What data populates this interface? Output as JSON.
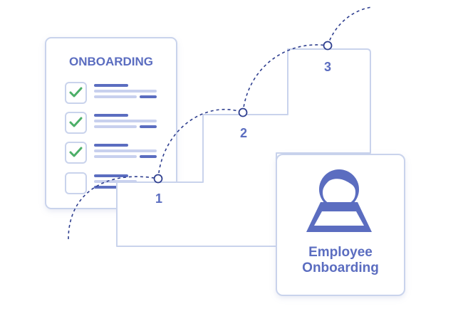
{
  "checklist": {
    "title": "ONBOARDING",
    "items": [
      {
        "checked": true
      },
      {
        "checked": true
      },
      {
        "checked": true
      },
      {
        "checked": false
      }
    ]
  },
  "steps": [
    {
      "label": "1"
    },
    {
      "label": "2"
    },
    {
      "label": "3"
    }
  ],
  "card": {
    "icon": "employee-avatar-icon",
    "line1": "Employee",
    "line2": "Onboarding"
  },
  "colors": {
    "accent": "#5b6dc0",
    "check": "#4caf68",
    "outline": "#c9d3ec",
    "placeholder_line": "#c8d0ee"
  }
}
